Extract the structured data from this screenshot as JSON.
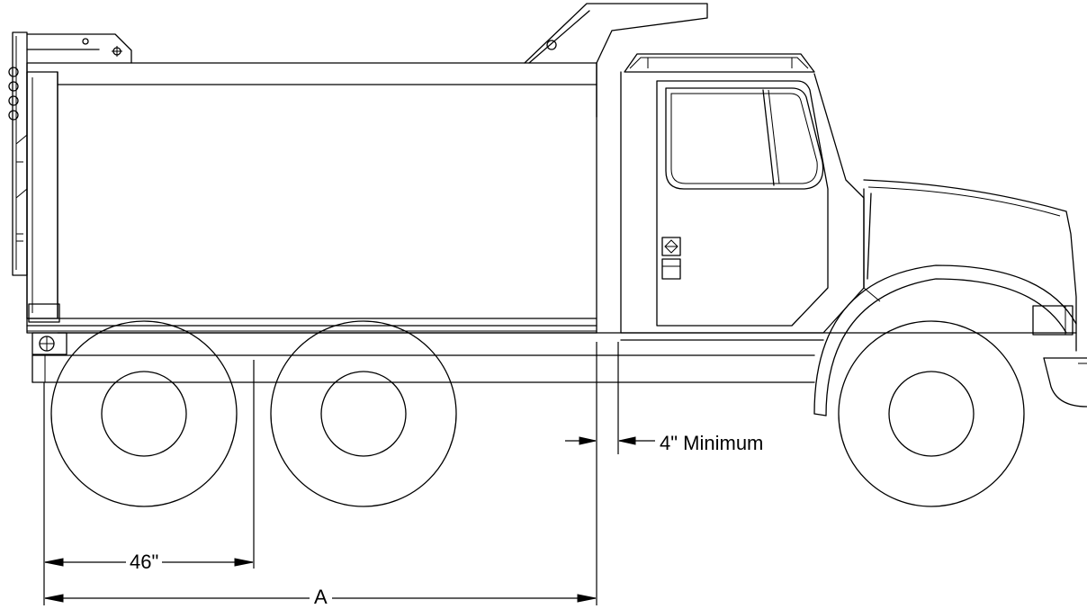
{
  "dimensions": {
    "rear_axle_spacing": "46\"",
    "body_mount_length": "A",
    "cab_clearance": "4\" Minimum"
  }
}
